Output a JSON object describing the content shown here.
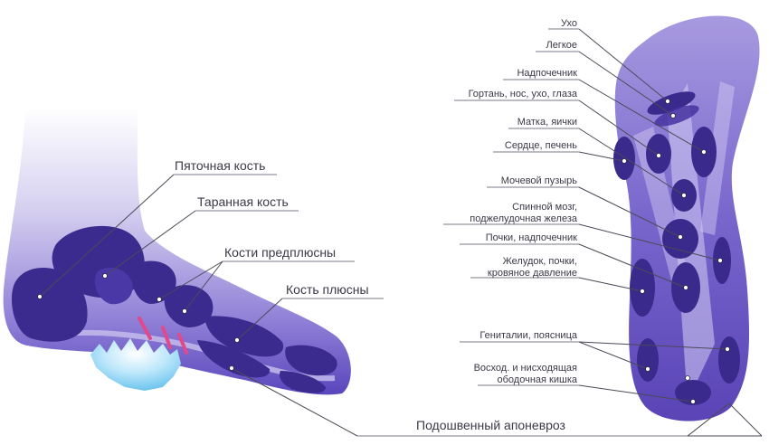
{
  "side_view": {
    "labels": {
      "heel_bone": "Пяточная кость",
      "talus": "Таранная кость",
      "tarsal_bones": "Кости предплюсны",
      "metatarsal": "Кость плюсны",
      "plantar_aponeurosis": "Подошвенный апоневроз"
    }
  },
  "sole_view": {
    "labels": {
      "ear": "Ухо",
      "lung": "Легкое",
      "adrenal": "Надпочечник",
      "larynx": "Гортань, нос, ухо, глаза",
      "uterus": "Матка, яички",
      "heart": "Сердце, печень",
      "bladder": "Мочевой пузырь",
      "spine_line1": "Спинной мозг,",
      "spine_line2": "поджелудочная железа",
      "kidneys": "Почки, надпочечник",
      "stomach_line1": "Желудок, почки,",
      "stomach_line2": "кровяное давление",
      "genitals": "Гениталии, поясница",
      "colon_line1": "Восход. и нисходящая",
      "colon_line2": "ободочная кишка"
    }
  },
  "colors": {
    "zone_dark": "#3a2a8c",
    "foot_light": "#a898dc",
    "foot_mid": "#6a58c4",
    "ice_blue": "#8fd4f4",
    "pink_accent": "#e04a8a"
  }
}
